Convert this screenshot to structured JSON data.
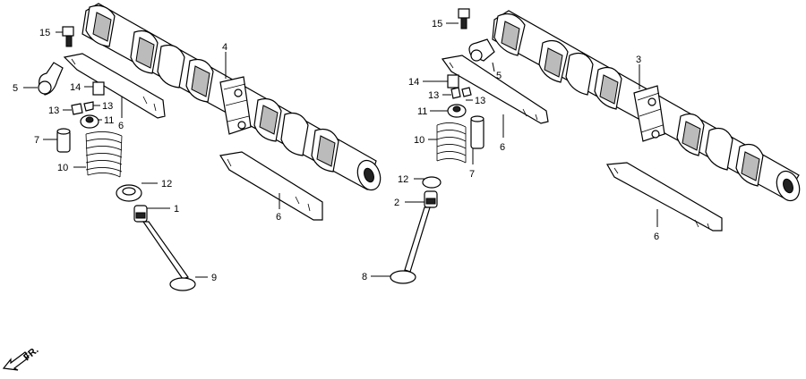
{
  "callouts": {
    "c15_left": "15",
    "c5_left": "5",
    "c14_left": "14",
    "c13_left_a": "13",
    "c13_left_b": "13",
    "c11_left": "11",
    "c6_left_upper": "6",
    "c7_left": "7",
    "c10_left": "10",
    "c12_left": "12",
    "c1": "1",
    "c9": "9",
    "c4": "4",
    "c6_center": "6",
    "c15_right": "15",
    "c5_right": "5",
    "c14_right": "14",
    "c13_right_a": "13",
    "c13_right_b": "13",
    "c11_right": "11",
    "c10_right": "10",
    "c6_right_upper": "6",
    "c7_right": "7",
    "c12_right": "12",
    "c2": "2",
    "c8": "8",
    "c3": "3",
    "c6_right_lower": "6"
  },
  "direction": {
    "label": "FR."
  }
}
